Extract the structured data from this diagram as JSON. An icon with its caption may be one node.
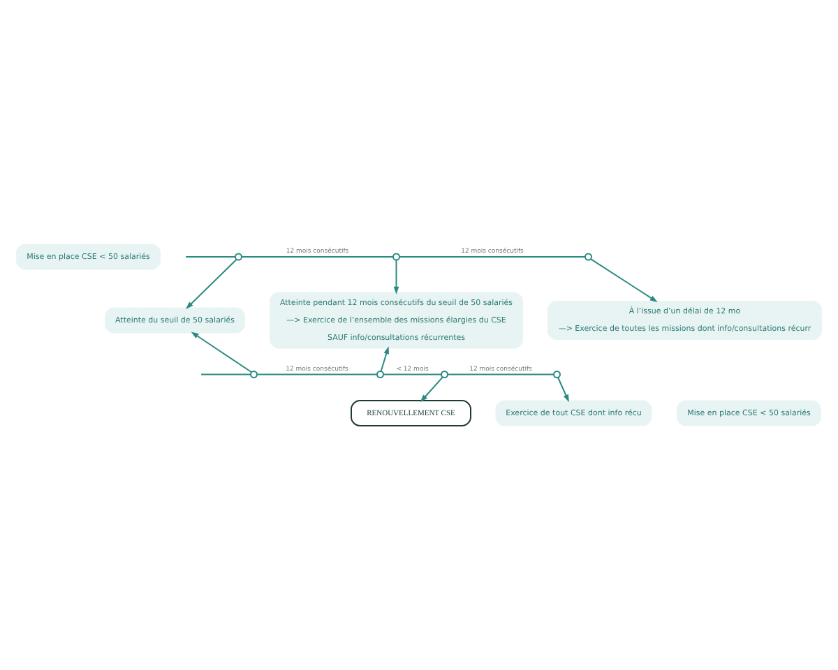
{
  "diagram": {
    "nodes": [
      {
        "text": [
          "Mise en place CSE < 50 salariés"
        ]
      },
      {
        "text": [],
        "shape": "circle"
      },
      {
        "text": [],
        "shape": "circle"
      },
      {
        "text": [],
        "shape": "circle"
      },
      {
        "text": [
          "Atteinte du seuil de 50 salariés"
        ]
      },
      {
        "text": [
          "Atteinte pendant 12 mois consécutifs du seuil de 50 salariés",
          "—> Exercice de l’ensemble des missions élargies du CSE",
          "SAUF info/consultations récurrentes"
        ]
      },
      {
        "text": [
          "À l’issue d’un délai de 12 mo",
          "—> Exercice de toutes les missions dont info/consultations récurr"
        ]
      },
      {
        "text": [],
        "shape": "circle"
      },
      {
        "text": [],
        "shape": "circle"
      },
      {
        "text": [],
        "shape": "circle"
      },
      {
        "text": [],
        "shape": "circle"
      },
      {
        "text": [
          "RENOUVELLEMENT CSE"
        ]
      },
      {
        "text": [
          "Exercice de tout CSE dont info récu"
        ]
      },
      {
        "text": [
          "Mise en place CSE < 50 salariés"
        ]
      }
    ],
    "edges": [
      {
        "from": null,
        "to": 1,
        "arrow": "none"
      },
      {
        "from": 1,
        "to": 2,
        "arrow": "none",
        "label": "12 mois consécutifs"
      },
      {
        "from": 2,
        "to": 3,
        "arrow": "none",
        "label": "12 mois consécutifs"
      },
      {
        "from": 1,
        "to": 4,
        "arrow": "to"
      },
      {
        "from": 2,
        "to": 5,
        "arrow": "to"
      },
      {
        "from": 3,
        "to": 6,
        "arrow": "to"
      },
      {
        "from": null,
        "to": 7,
        "arrow": "none"
      },
      {
        "from": 7,
        "to": 8,
        "arrow": "none",
        "label": "12 mois consécutifs"
      },
      {
        "from": 8,
        "to": 9,
        "arrow": "none",
        "label": "< 12 mois"
      },
      {
        "from": 9,
        "to": 10,
        "arrow": "none",
        "label": "12 mois consécutifs"
      },
      {
        "from": 7,
        "to": 4,
        "arrow": "to"
      },
      {
        "from": 8,
        "to": 5,
        "arrow": "to"
      },
      {
        "from": 9,
        "to": 11,
        "arrow": "to"
      },
      {
        "from": 10,
        "to": 12,
        "arrow": "to"
      }
    ]
  }
}
